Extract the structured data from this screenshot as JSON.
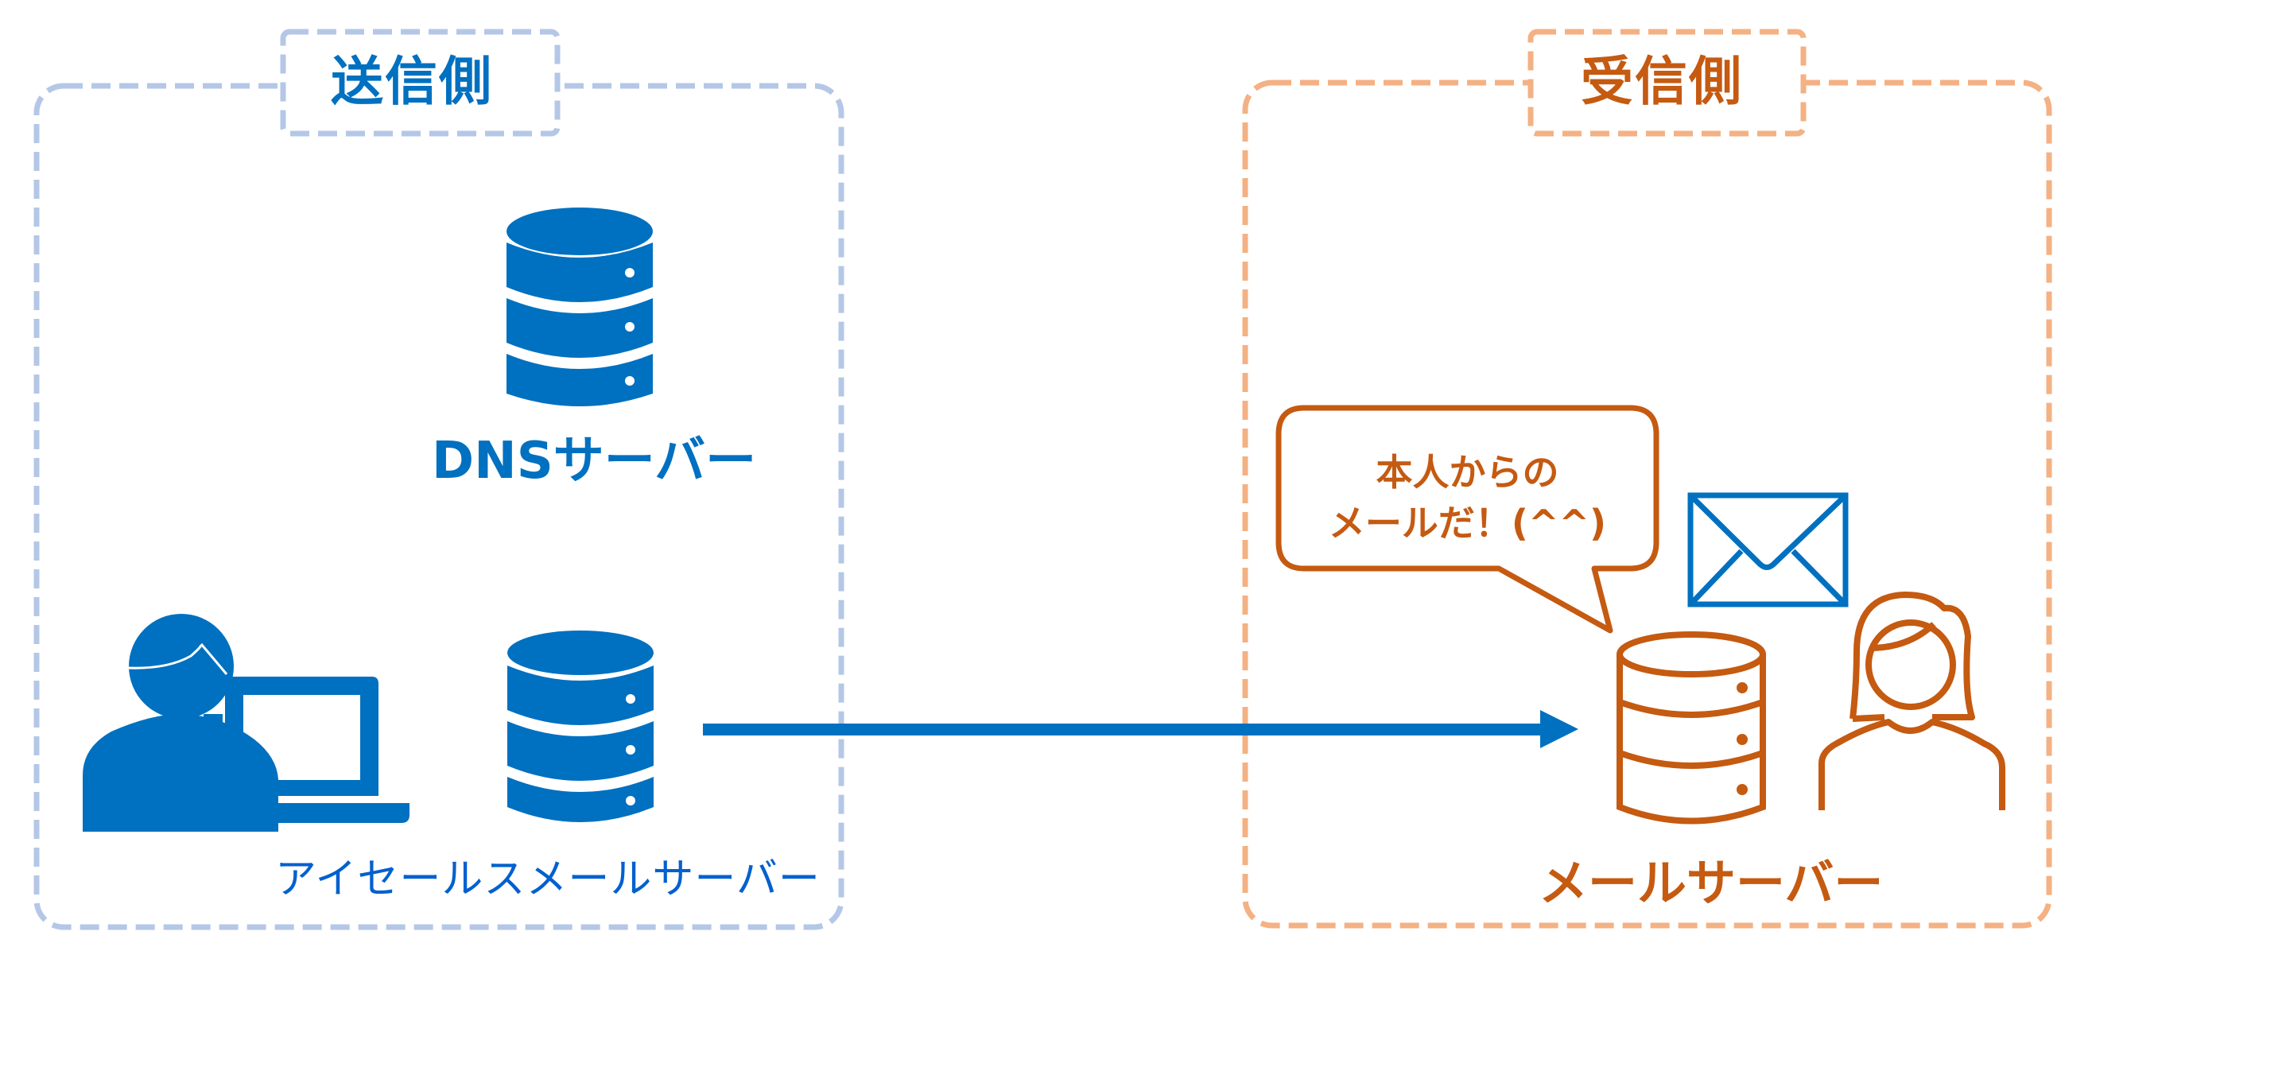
{
  "sender": {
    "title": "送信側",
    "dns_server_label": "DNSサーバー",
    "mail_server_label": "アイセールスメールサーバー",
    "icons": [
      "dns-server-database-icon",
      "user-with-laptop-icon",
      "mail-server-database-icon"
    ]
  },
  "receiver": {
    "title": "受信側",
    "mail_server_label": "メールサーバー",
    "speech_bubble": {
      "line1": "本人からの",
      "line2": "メールだ！(^^)"
    },
    "icons": [
      "envelope-icon",
      "mail-server-database-icon",
      "woman-user-icon"
    ]
  },
  "flow": {
    "from": "アイセールスメールサーバー",
    "to": "メールサーバー",
    "direction": "right"
  },
  "colors": {
    "sender_primary": "#0070c0",
    "sender_border": "#b4c7e7",
    "receiver_primary": "#c55a11",
    "receiver_border": "#f4b183"
  }
}
